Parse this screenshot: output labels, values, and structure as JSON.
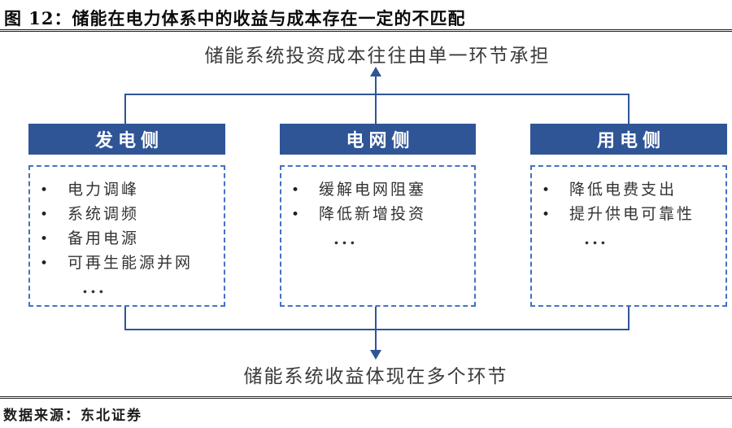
{
  "figure": {
    "title": "图 12：储能在电力体系中的收益与成本存在一定的不匹配",
    "top_caption": "储能系统投资成本往往由单一环节承担",
    "bottom_caption": "储能系统收益体现在多个环节",
    "source": "数据来源：东北证券"
  },
  "colors": {
    "header_box_fill": "#2F5597",
    "connector_line": "#2F5597",
    "dashed_border": "#4472C4",
    "header_text": "#FFFFFF",
    "body_text": "#333333",
    "caption_text": "#3B3B3B"
  },
  "columns": [
    {
      "id": "generation-side",
      "header": "发电侧",
      "items": [
        "电力调峰",
        "系统调频",
        "备用电源",
        "可再生能源并网"
      ],
      "ellipsis": "..."
    },
    {
      "id": "grid-side",
      "header": "电网侧",
      "items": [
        "缓解电网阻塞",
        "降低新增投资"
      ],
      "ellipsis": "..."
    },
    {
      "id": "consumption-side",
      "header": "用电侧",
      "items": [
        "降低电费支出",
        "提升供电可靠性"
      ],
      "ellipsis": "..."
    }
  ],
  "bullet_glyph": "•"
}
